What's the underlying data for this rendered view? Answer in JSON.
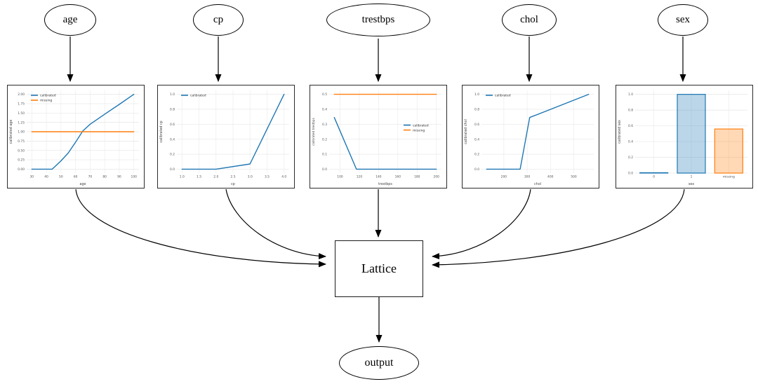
{
  "diagram": {
    "inputs": [
      "age",
      "cp",
      "trestbps",
      "chol",
      "sex"
    ],
    "lattice_label": "Lattice",
    "output_label": "output"
  },
  "colors": {
    "calibrated_line": "#1f77b4",
    "missing_line": "#ff7f0e",
    "edge_stroke": "#000000",
    "chart_frame": "#2b2b2b"
  },
  "chart_data": [
    {
      "type": "line",
      "title": "",
      "xlabel": "age",
      "ylabel": "calibrated age",
      "xlim": [
        26.5,
        103.5
      ],
      "ylim": [
        -0.105,
        2.105
      ],
      "grid": true,
      "xticks": {
        "pos": [
          30,
          40,
          50,
          60,
          70,
          80,
          90,
          100
        ],
        "labels": [
          "30",
          "40",
          "50",
          "60",
          "70",
          "80",
          "90",
          "100"
        ]
      },
      "yticks": {
        "pos": [
          0,
          0.25,
          0.5,
          0.75,
          1.0,
          1.25,
          1.5,
          1.75,
          2.0
        ],
        "labels": [
          "0.00",
          "0.25",
          "0.50",
          "0.75",
          "1.00",
          "1.25",
          "1.50",
          "1.75",
          "2.00"
        ]
      },
      "legend": {
        "loc": "upper-left",
        "entries": [
          {
            "label": "calibrated",
            "color": "#1f77b4"
          },
          {
            "label": "missing",
            "color": "#ff7f0e"
          }
        ]
      },
      "series": [
        {
          "name": "calibrated",
          "color": "#1f77b4",
          "x": [
            30,
            44,
            50,
            55,
            60,
            65,
            70,
            80,
            90,
            100
          ],
          "y": [
            0,
            0,
            0.22,
            0.43,
            0.72,
            1.02,
            1.2,
            1.47,
            1.73,
            2.0
          ]
        },
        {
          "name": "missing",
          "color": "#ff7f0e",
          "x": [
            30,
            100
          ],
          "y": [
            1.0,
            1.0
          ]
        }
      ]
    },
    {
      "type": "line",
      "title": "",
      "xlabel": "cp",
      "ylabel": "calibrated cp",
      "xlim": [
        0.85,
        4.15
      ],
      "ylim": [
        -0.052,
        1.052
      ],
      "grid": true,
      "xticks": {
        "pos": [
          1.0,
          1.5,
          2.0,
          2.5,
          3.0,
          3.5,
          4.0
        ],
        "labels": [
          "1.0",
          "1.5",
          "2.0",
          "2.5",
          "3.0",
          "3.5",
          "4.0"
        ]
      },
      "yticks": {
        "pos": [
          0,
          0.2,
          0.4,
          0.6,
          0.8,
          1.0
        ],
        "labels": [
          "0.0",
          "0.2",
          "0.4",
          "0.6",
          "0.8",
          "1.0"
        ]
      },
      "legend": {
        "loc": "upper-left",
        "entries": [
          {
            "label": "calibrated",
            "color": "#1f77b4"
          }
        ]
      },
      "series": [
        {
          "name": "calibrated",
          "color": "#1f77b4",
          "x": [
            1,
            2,
            3,
            4
          ],
          "y": [
            0,
            0,
            0.07,
            1.0
          ]
        }
      ]
    },
    {
      "type": "line",
      "title": "",
      "xlabel": "trestbps",
      "ylabel": "calibrated trestbps",
      "xlim": [
        88.7,
        205.3
      ],
      "ylim": [
        -0.026,
        0.526
      ],
      "grid": true,
      "xticks": {
        "pos": [
          100,
          120,
          140,
          160,
          180,
          200
        ],
        "labels": [
          "100",
          "120",
          "140",
          "160",
          "180",
          "200"
        ]
      },
      "yticks": {
        "pos": [
          0,
          0.1,
          0.2,
          0.3,
          0.4,
          0.5
        ],
        "labels": [
          "0.0",
          "0.1",
          "0.2",
          "0.3",
          "0.4",
          "0.5"
        ]
      },
      "legend": {
        "loc": "center-right",
        "entries": [
          {
            "label": "calibrated",
            "color": "#1f77b4"
          },
          {
            "label": "missing",
            "color": "#ff7f0e"
          }
        ]
      },
      "series": [
        {
          "name": "calibrated",
          "color": "#1f77b4",
          "x": [
            94,
            117,
            200
          ],
          "y": [
            0.345,
            0,
            0
          ]
        },
        {
          "name": "missing",
          "color": "#ff7f0e",
          "x": [
            94,
            200
          ],
          "y": [
            0.5,
            0.5
          ]
        }
      ]
    },
    {
      "type": "line",
      "title": "",
      "xlabel": "chol",
      "ylabel": "calibrated chol",
      "xlim": [
        104,
        586
      ],
      "ylim": [
        -0.052,
        1.052
      ],
      "grid": true,
      "xticks": {
        "pos": [
          200,
          300,
          400,
          500
        ],
        "labels": [
          "200",
          "300",
          "400",
          "500"
        ]
      },
      "yticks": {
        "pos": [
          0,
          0.2,
          0.4,
          0.6,
          0.8,
          1.0
        ],
        "labels": [
          "0.0",
          "0.2",
          "0.4",
          "0.6",
          "0.8",
          "1.0"
        ]
      },
      "legend": {
        "loc": "upper-left",
        "entries": [
          {
            "label": "calibrated",
            "color": "#1f77b4"
          }
        ]
      },
      "series": [
        {
          "name": "calibrated",
          "color": "#1f77b4",
          "x": [
            126,
            270,
            311,
            564
          ],
          "y": [
            0,
            0,
            0.69,
            1.0
          ]
        }
      ]
    },
    {
      "type": "bar",
      "title": "",
      "xlabel": "sex",
      "ylabel": "calibrated sex",
      "categories": [
        "0",
        "1",
        "missing"
      ],
      "values": [
        0.005,
        1.0,
        0.56
      ],
      "ylim": [
        0,
        1.05
      ],
      "grid": true,
      "yticks": {
        "pos": [
          0,
          0.2,
          0.4,
          0.6,
          0.8,
          1.0
        ],
        "labels": [
          "0.0",
          "0.2",
          "0.4",
          "0.6",
          "0.8",
          "1.0"
        ]
      },
      "fill_opacity": 0.3,
      "bar_colors": [
        {
          "fill": "#1f77b4",
          "edge": "#1f77b4"
        },
        {
          "fill": "#1f77b4",
          "edge": "#1f77b4"
        },
        {
          "fill": "#ff7f0e",
          "edge": "#ff7f0e"
        }
      ]
    }
  ]
}
